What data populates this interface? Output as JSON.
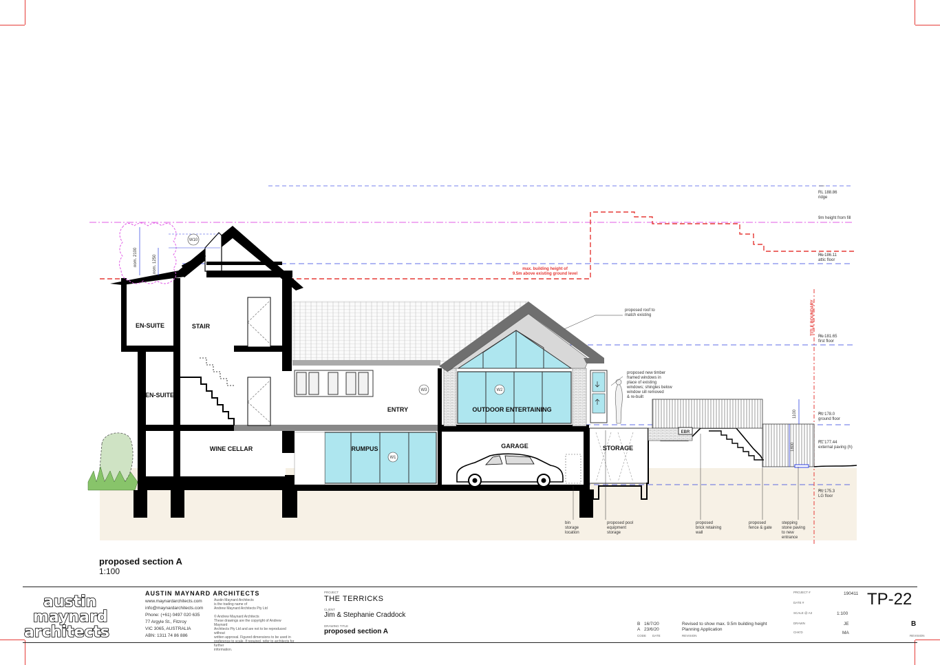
{
  "drawing": {
    "labels": {
      "ensuite_upper": "EN-SUITE",
      "stair": "STAIR",
      "ensuite_lower": "EN-SUITE",
      "wine_cellar": "WINE CELLAR",
      "entry": "ENTRY",
      "rumpus": "RUMPUS",
      "outdoor_entertaining": "OUTDOOR ENTERTAINING",
      "garage": "GARAGE",
      "storage": "STORAGE",
      "ebr": "EBR",
      "title_boundary": "TITLE BOUNDARY"
    },
    "window_tags": {
      "w10": "W10",
      "w3": "W3",
      "w2": "W2",
      "w1": "W1"
    },
    "dimensions": {
      "nom_2100": "nom. 2100",
      "nom_1250": "nom. 1250",
      "dim_1100": "1100",
      "dim_1800": "1800"
    },
    "max_height_note": [
      "max. building height of",
      "9.5m above existing ground level"
    ],
    "levels": [
      {
        "rl": "RL 188.86",
        "name": "ridge"
      },
      {
        "rl": "9m height from fill",
        "name": ""
      },
      {
        "rl": "RL 186.11",
        "name": "attic floor"
      },
      {
        "rl": "RL 181.65",
        "name": "first floor"
      },
      {
        "rl": "RL 178.0",
        "name": "ground floor"
      },
      {
        "rl": "RL 177.44",
        "name": "external paving (h)"
      },
      {
        "rl": "RL 175.3",
        "name": "LG floor"
      }
    ],
    "notes": {
      "roof": [
        "proposed roof to",
        "match existing"
      ],
      "window": [
        "proposed new timber",
        "framed windows in",
        "place of existing",
        "windows; shingles below",
        "window sill removed",
        "& re-built"
      ],
      "bin": [
        "bin",
        "storage",
        "location"
      ],
      "pool": [
        "proposed pool",
        "equipment",
        "storage"
      ],
      "wall": [
        "proposed",
        "brick retaining",
        "wall"
      ],
      "fence": [
        "proposed",
        "fence & gate"
      ],
      "paving": [
        "stepping",
        "stone paving",
        "to new",
        "entrance"
      ]
    }
  },
  "section": {
    "title": "proposed section A",
    "scale": "1:100"
  },
  "titleblock": {
    "firm": "AUSTIN MAYNARD ARCHITECTS",
    "logo_words": [
      "austin",
      "maynard",
      "architects"
    ],
    "firm_lines": [
      "www.maynardarchitects.com",
      "info@maynardarchitects.com",
      "Phone: (+61) 0497 020 635",
      "77 Argyle St., Fitzroy",
      "VIC 3065, AUSTRALIA",
      "ABN: 1311 74 86 886"
    ],
    "firm_legal": [
      "Austin Maynard Architects",
      "is the trading name of",
      "Andrew Maynard Architects Pty Ltd",
      "",
      "© Andrew Maynard Architects",
      "These drawings are the copyright of Andrew Maynard",
      "Architects Pty Ltd and are not to be reproduced without",
      "written approval. Figured dimensions to be used in",
      "preference to scale. If required, refer to architects for further",
      "information."
    ],
    "project_label": "PROJECT",
    "project": "THE TERRICKS",
    "client_label": "CLIENT",
    "client": "Jim & Stephanie Craddock",
    "drawing_label": "DRAWING TITLE",
    "drawing": "proposed section A",
    "revisions": [
      {
        "rev": "B",
        "date": "16/7/20",
        "desc": "Revised to show max. 9.5m building height"
      },
      {
        "rev": "A",
        "date": "23/6/20",
        "desc": "Planning Application"
      }
    ],
    "rev_headers": {
      "code": "CODE",
      "date": "DATE",
      "revision": "REVISION"
    },
    "meta": [
      {
        "label": "PROJECT #",
        "value": "190411"
      },
      {
        "label": "DATE #",
        "value": ""
      },
      {
        "label": "SCALE @ A3",
        "value": "1:100"
      },
      {
        "label": "DRAWN",
        "value": "JE"
      },
      {
        "label": "CHK'D",
        "value": "MA"
      }
    ],
    "sheet": "TP-22",
    "revision": "B",
    "revision_label": "REVISION"
  },
  "colors": {
    "wall": "#000000",
    "glass": "#aee6ef",
    "red": "#e53935",
    "magenta": "#e05ae6",
    "blue": "#2b3ee0",
    "ground": "#f6f0e4",
    "roof": "#d8d8d8"
  }
}
